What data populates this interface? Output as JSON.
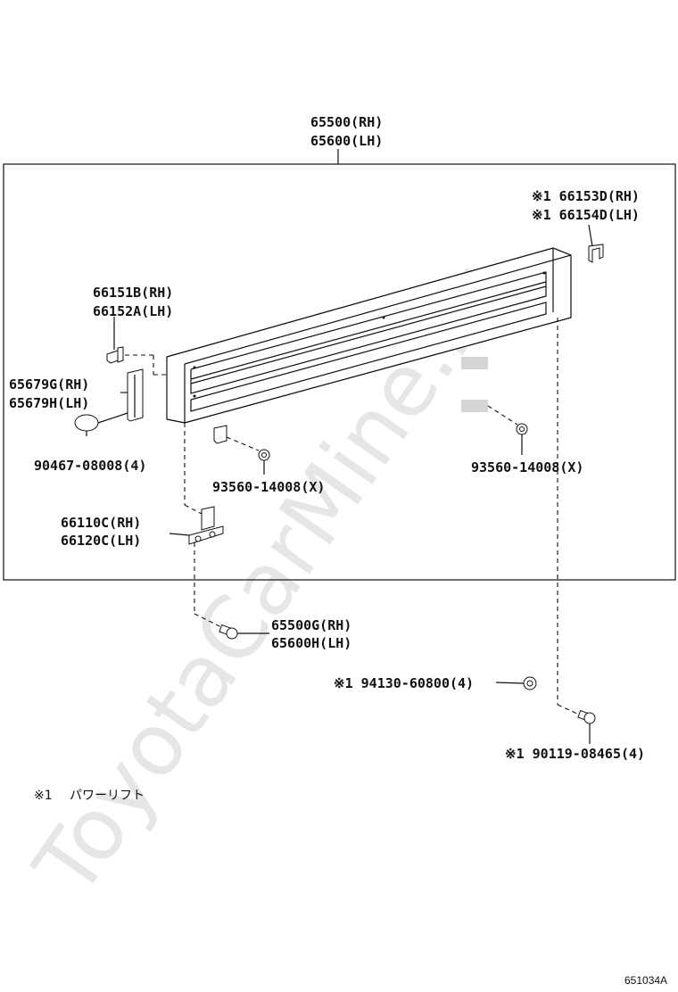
{
  "watermark": "ToyotaCarMine.ru",
  "labels": {
    "panel_rh": "65500(RH)",
    "panel_lh": "65600(LH)",
    "hinge_right_rh": "※1 66153D(RH)",
    "hinge_right_lh": "※1 66154D(LH)",
    "bracket_rh": "66151B(RH)",
    "bracket_lh": "66152A(LH)",
    "stay_rh": "65679G(RH)",
    "stay_lh": "65679H(LH)",
    "clip": "90467-08008(4)",
    "screw_center": "93560-14008(X)",
    "screw_right": "93560-14008(X)",
    "hinge_left_rh": "66110C(RH)",
    "hinge_left_lh": "66120C(LH)",
    "bolt_rh": "65500G(RH)",
    "bolt_lh": "65600H(LH)",
    "nut": "※1 94130-60800(4)",
    "bolt2": "※1 90119-08465(4)"
  },
  "legend": {
    "mark": "※1",
    "text": "パワーリフト"
  },
  "code": "651034A"
}
